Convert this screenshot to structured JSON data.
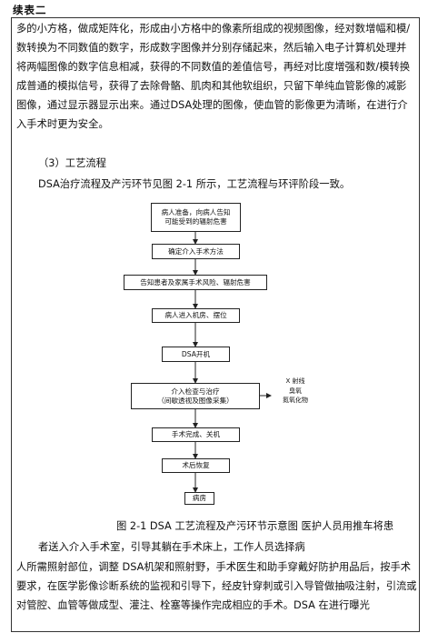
{
  "header": {
    "label": "续表二"
  },
  "body": {
    "paragraph1": "多的小方格，做成矩阵化，形成由小方格中的像素所组成的视频图像，经对数增幅和模/数转换为不同数值的数字，形成数字图像并分别存储起来，然后输入电子计算机处理并将两幅图像的数字信息相减，获得的不同数值的差值信号，再经对比度增强和数/模转换成普通的模拟信号，获得了去除骨骼、肌肉和其他软组织，只留下单纯血管影像的减影图像，通过显示器显示出来。通过DSA处理的图像，使血管的影像更为清晰，在进行介入手术时更为安全。",
    "subheading": "（3）工艺流程",
    "intro": "DSA治疗流程及产污环节见图 2-1 所示，工艺流程与环评阶段一致。",
    "caption": "图 2-1  DSA 工艺流程及产污环节示意图  医护人员用推车将患",
    "caption_line2": "者送入介入手术室，引导其躺在手术床上，工作人员选择病",
    "paragraph2": "人所需照射部位，调整 DSA机架和照射野，手术医生和助手穿戴好防护用品后，按手术要求，在医学影像诊断系统的监视和引导下，经皮针穿刺或引入导管做抽吸注射，引流或对管腔、血管等做成型、灌注、栓塞等操作完成相应的手术。DSA 在进行曝光"
  },
  "flowchart": {
    "steps": [
      "病人准备，向病人告知\n可能受到的辐射危害",
      "确定介入手术方法",
      "告知患者及家属手术风险、辐射危害",
      "病人进入机房、摆位",
      "DSA开机",
      "介入检查与治疗\n（间歇透视及图像采集）",
      "手术完成、关机",
      "术后恢复",
      "病房"
    ],
    "side_output": "X 射线\n臭氧\n氮氧化物"
  }
}
